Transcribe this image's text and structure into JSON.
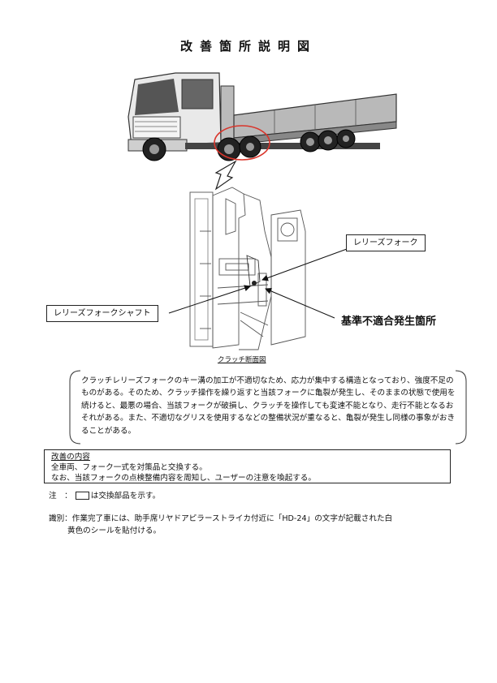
{
  "title": "改善箇所説明図",
  "callouts": {
    "release_fork": "レリーズフォーク",
    "release_fork_shaft": "レリーズフォークシャフト",
    "noncompliance_location": "基準不適合発生箇所"
  },
  "drawing_caption": "クラッチ断面図",
  "description": "クラッチレリーズフォークのキー溝の加工が不適切なため、応力が集中する構造となっており、強度不足のものがある。そのため、クラッチ操作を繰り返すと当該フォークに亀裂が発生し、そのままの状態で使用を続けると、最悪の場合、当該フォークが破損し、クラッチを操作しても変速不能となり、走行不能となるおそれがある。また、不適切なグリスを使用するなどの整備状況が重なると、亀裂が発生し同様の事象がおきることがある。",
  "remedy": {
    "heading": "改善の内容",
    "line1": "全車両、フォーク一式を対策品と交換する。",
    "line2": "なお、当該フォークの点検整備内容を周知し、ユーザーの注意を喚起する。"
  },
  "note": {
    "prefix": "注　：",
    "text": "は交換部品を示す。"
  },
  "identification": {
    "line1": "識別：作業完了車には、助手席リヤドアピラーストライカ付近に「HD-24」の文字が記載された白",
    "line2": "黄色のシールを貼付ける。"
  },
  "colors": {
    "highlight_ellipse": "#d9352b"
  }
}
